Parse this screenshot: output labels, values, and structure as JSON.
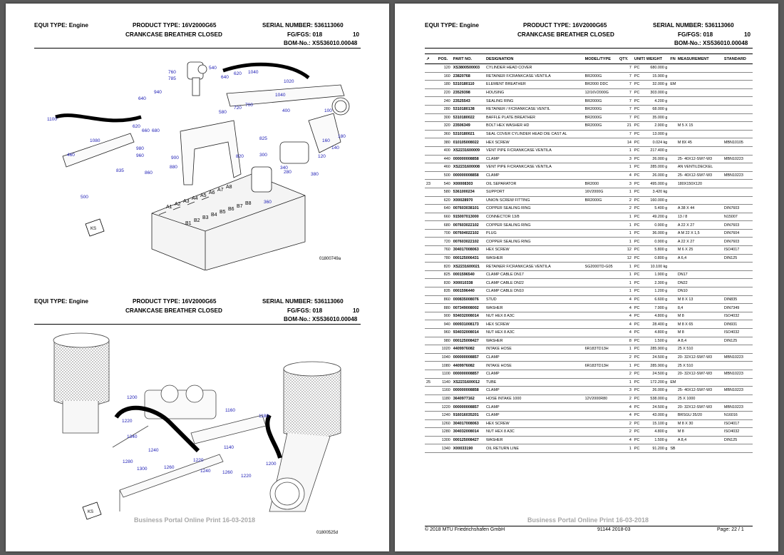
{
  "doc": {
    "equi_label": "EQUI TYPE:",
    "equi_value": "Engine",
    "product_label": "PRODUCT TYPE:",
    "product_value": "16V2000G65",
    "serial_label": "SERIAL NUMBER:",
    "serial_value": "536113060",
    "subtitle": "CRANKCASE BREATHER CLOSED",
    "fg_label": "FG/FGS:",
    "fg_value": "018",
    "fg_num": "10",
    "bom_label": "BOM-No.:",
    "bom_value": "XS536010.00048"
  },
  "left": {
    "fig1_id": "01800749a",
    "fig2_id": "01800525d",
    "watermark": "Business Portal Online Print 16-03-2018",
    "ks": "KS",
    "fig1_callouts": [
      "760",
      "785",
      "940",
      "540",
      "620",
      "640",
      "1040",
      "1020",
      "640",
      "700",
      "720",
      "580",
      "1040",
      "400",
      "100",
      "1100",
      "1080",
      "620",
      "660",
      "680",
      "460",
      "980",
      "960",
      "900",
      "880",
      "835",
      "860",
      "825",
      "820",
      "300",
      "120",
      "160",
      "180",
      "140",
      "280",
      "380",
      "500",
      "340",
      "360"
    ],
    "fig2_callouts": [
      "1200",
      "1220",
      "1340",
      "1160",
      "1140",
      "1280",
      "1300",
      "1260",
      "1240",
      "1240",
      "1220",
      "1200",
      "1260",
      "1220",
      "1180"
    ],
    "cyl_left": [
      "A1",
      "A2",
      "A3",
      "A4",
      "A5",
      "A6",
      "A7",
      "A8"
    ],
    "cyl_right": [
      "B1",
      "B2",
      "B3",
      "B4",
      "B5",
      "B6",
      "B7",
      "B8"
    ]
  },
  "right": {
    "watermark": "Business Portal Online Print 16-03-2018",
    "footer_copy": "© 2018 MTU Friedrichshafen GmbH",
    "footer_mid": "91144  2018-03",
    "footer_page": "Page:  22  /  1",
    "columns": {
      "arrow": "↗",
      "pos": "POS.",
      "part": "PART NO.",
      "desig": "DESIGNATION",
      "model": "MODEL/TYPE",
      "qty": "QTY.",
      "units": "UNITS",
      "weight": "WEIGHT",
      "fn": "FN",
      "meas": "MEASUREMENT",
      "std": "STANDARD"
    },
    "rows": [
      {
        "m": "",
        "pos": "120",
        "pn": "XS3800500003",
        "d": "CYLINDER HEAD COVER",
        "mt": "",
        "q": "7",
        "u": "PC",
        "w": "680.000 g",
        "fn": "",
        "me": "",
        "s": ""
      },
      {
        "m": "",
        "pos": "160",
        "pn": "23820768",
        "d": "RETAINER F/CRANKCASE VENTILA",
        "mt": "BR2000G",
        "q": "7",
        "u": "PC",
        "w": "15.900 g",
        "fn": "",
        "me": "",
        "s": ""
      },
      {
        "m": "",
        "pos": "180",
        "pn": "5310180110",
        "d": "ELEMENT BREATHER",
        "mt": "BR2000 DDC",
        "q": "7",
        "u": "PC",
        "w": "32.000 g",
        "fn": "EM",
        "me": "",
        "s": ""
      },
      {
        "m": "",
        "pos": "220",
        "pn": "23529398",
        "d": "HOUSING",
        "mt": "12/16V2000G",
        "q": "7",
        "u": "PC",
        "w": "303.000 g",
        "fn": "",
        "me": "",
        "s": ""
      },
      {
        "m": "",
        "pos": "240",
        "pn": "23525543",
        "d": "SEALING RING",
        "mt": "BR2000G",
        "q": "7",
        "u": "PC",
        "w": "4.200 g",
        "fn": "",
        "me": "",
        "s": ""
      },
      {
        "m": "",
        "pos": "280",
        "pn": "5310180138",
        "d": "RETAINER / F/CRANKCASE VENTIL",
        "mt": "BR2000G",
        "q": "7",
        "u": "PC",
        "w": "68.000 g",
        "fn": "",
        "me": "",
        "s": ""
      },
      {
        "m": "",
        "pos": "300",
        "pn": "5310180022",
        "d": "BAFFLE PLATE BREATHER",
        "mt": "BR2000G",
        "q": "7",
        "u": "PC",
        "w": "35.000 g",
        "fn": "",
        "me": "",
        "s": ""
      },
      {
        "m": "",
        "pos": "320",
        "pn": "23506349",
        "d": "BOLT HEX WASHER HD",
        "mt": "BR2000G",
        "q": "21",
        "u": "PC",
        "w": "2.900 g",
        "fn": "",
        "me": "M 5 X 15",
        "s": ""
      },
      {
        "m": "",
        "pos": "360",
        "pn": "5310180021",
        "d": "SEAL COVER CYLINDER HEAD DIE CAST AL",
        "mt": "",
        "q": "7",
        "u": "PC",
        "w": "13.000 g",
        "fn": "",
        "me": "",
        "s": ""
      },
      {
        "m": "",
        "pos": "380",
        "pn": "010105008022",
        "d": "HEX SCREW",
        "mt": "",
        "q": "14",
        "u": "PC",
        "w": "0.024 kg",
        "fn": "",
        "me": "M 8X 45",
        "s": "MBN10105"
      },
      {
        "m": "",
        "pos": "400",
        "pn": "XS2231600009",
        "d": "VENT PIPE F/CRANKCASE VENTILA",
        "mt": "",
        "q": "1",
        "u": "PC",
        "w": "217.400 g",
        "fn": "",
        "me": "",
        "s": ""
      },
      {
        "m": "",
        "pos": "440",
        "pn": "000000008858",
        "d": "CLAMP",
        "mt": "",
        "q": "3",
        "u": "PC",
        "w": "26.000 g",
        "fn": "",
        "me": "25- 40X12-SW7-W3",
        "s": "MBN10223"
      },
      {
        "m": "",
        "pos": "460",
        "pn": "XS2231600008",
        "d": "VENT PIPE F/CRANKCASE VENTILA",
        "mt": "",
        "q": "1",
        "u": "PC",
        "w": "285.000 g",
        "fn": "",
        "me": "AN VENTILDECKEL",
        "s": ""
      },
      {
        "m": "",
        "pos": "500",
        "pn": "000000008858",
        "d": "CLAMP",
        "mt": "",
        "q": "4",
        "u": "PC",
        "w": "26.000 g",
        "fn": "",
        "me": "25- 40X12-SW7-W3",
        "s": "MBN10223"
      },
      {
        "m": "23",
        "pos": "540",
        "pn": "X00008303",
        "d": "OIL SEPARATOR",
        "mt": "BR2000",
        "q": "3",
        "u": "PC",
        "w": "495.000 g",
        "fn": "",
        "me": "180X150X120",
        "s": ""
      },
      {
        "m": "",
        "pos": "580",
        "pn": "5361000234",
        "d": "SUPPORT",
        "mt": "16V2000G",
        "q": "1",
        "u": "PC",
        "w": "3.420 kg",
        "fn": "",
        "me": "",
        "s": ""
      },
      {
        "m": "",
        "pos": "620",
        "pn": "X00028970",
        "d": "UNION SCREW FITTING",
        "mt": "BR2000G",
        "q": "2",
        "u": "PC",
        "w": "160.000 g",
        "fn": "",
        "me": "",
        "s": ""
      },
      {
        "m": "",
        "pos": "640",
        "pn": "007603038101",
        "d": "COPPER SEALING RING",
        "mt": "",
        "q": "2",
        "u": "PC",
        "w": "5.400 g",
        "fn": "",
        "me": "A 38 X 44",
        "s": "DIN7603"
      },
      {
        "m": "",
        "pos": "660",
        "pn": "915007013000",
        "d": "CONNECTOR 13/8",
        "mt": "",
        "q": "1",
        "u": "PC",
        "w": "49.200 g",
        "fn": "",
        "me": "13 / 8",
        "s": "N15007"
      },
      {
        "m": "",
        "pos": "680",
        "pn": "007603022102",
        "d": "COPPER SEALING RING",
        "mt": "",
        "q": "1",
        "u": "PC",
        "w": "0.900 g",
        "fn": "",
        "me": "A 22 X 27",
        "s": "DIN7603"
      },
      {
        "m": "",
        "pos": "700",
        "pn": "007604022102",
        "d": "PLUG",
        "mt": "",
        "q": "1",
        "u": "PC",
        "w": "36.000 g",
        "fn": "",
        "me": "A M 22 X 1,5",
        "s": "DIN7604"
      },
      {
        "m": "",
        "pos": "720",
        "pn": "007603022102",
        "d": "COPPER SEALING RING",
        "mt": "",
        "q": "1",
        "u": "PC",
        "w": "0.900 g",
        "fn": "",
        "me": "A 22 X 27",
        "s": "DIN7603"
      },
      {
        "m": "",
        "pos": "760",
        "pn": "304017008063",
        "d": "HEX SCREW",
        "mt": "",
        "q": "12",
        "u": "PC",
        "w": "5.800 g",
        "fn": "",
        "me": "M 6 X 25",
        "s": "ISO4017"
      },
      {
        "m": "",
        "pos": "780",
        "pn": "000125006431",
        "d": "WASHER",
        "mt": "",
        "q": "12",
        "u": "PC",
        "w": "0.800 g",
        "fn": "",
        "me": "A 6,4",
        "s": "DIN125"
      },
      {
        "m": "",
        "pos": "820",
        "pn": "XS2231600021",
        "d": "RETAINER F/CRANKCASE VENTILA",
        "mt": "SG2000TD-G05",
        "q": "1",
        "u": "PC",
        "w": "10.100 kg",
        "fn": "",
        "me": "",
        "s": ""
      },
      {
        "m": "",
        "pos": "825",
        "pn": "0001596540",
        "d": "CLAMP CABLE DN17",
        "mt": "",
        "q": "1",
        "u": "PC",
        "w": "1.900 g",
        "fn": "",
        "me": "DN17",
        "s": ""
      },
      {
        "m": "",
        "pos": "830",
        "pn": "X00010338",
        "d": "CLAMP CABLE DN22",
        "mt": "",
        "q": "1",
        "u": "PC",
        "w": "2.300 g",
        "fn": "",
        "me": "DN22",
        "s": ""
      },
      {
        "m": "",
        "pos": "835",
        "pn": "0001596440",
        "d": "CLAMP CABLE DN10",
        "mt": "",
        "q": "1",
        "u": "PC",
        "w": "1.200 g",
        "fn": "",
        "me": "DN10",
        "s": ""
      },
      {
        "m": "",
        "pos": "860",
        "pn": "000835008076",
        "d": "STUD",
        "mt": "",
        "q": "4",
        "u": "PC",
        "w": "6.600 g",
        "fn": "",
        "me": "M 8 X 13",
        "s": "DIN835"
      },
      {
        "m": "",
        "pos": "880",
        "pn": "007349008002",
        "d": "WASHER",
        "mt": "",
        "q": "4",
        "u": "PC",
        "w": "7.900 g",
        "fn": "",
        "me": "8,4",
        "s": "DIN7349"
      },
      {
        "m": "",
        "pos": "900",
        "pn": "934032008014",
        "d": "NUT HEX 8 A3C",
        "mt": "",
        "q": "4",
        "u": "PC",
        "w": "4.800 g",
        "fn": "",
        "me": "M 8",
        "s": "ISO4032"
      },
      {
        "m": "",
        "pos": "940",
        "pn": "000931008173",
        "d": "HEX SCREW",
        "mt": "",
        "q": "4",
        "u": "PC",
        "w": "28.400 g",
        "fn": "",
        "me": "M 8 X 65",
        "s": "DIN931"
      },
      {
        "m": "",
        "pos": "960",
        "pn": "934032008014",
        "d": "NUT HEX 8 A3C",
        "mt": "",
        "q": "4",
        "u": "PC",
        "w": "4.800 g",
        "fn": "",
        "me": "M 8",
        "s": "ISO4032"
      },
      {
        "m": "",
        "pos": "980",
        "pn": "000125008427",
        "d": "WASHER",
        "mt": "",
        "q": "8",
        "u": "PC",
        "w": "1.500 g",
        "fn": "",
        "me": "A 8,4",
        "s": "DIN125"
      },
      {
        "m": "",
        "pos": "1020",
        "pn": "4409976082",
        "d": "INTAKE HOSE",
        "mt": "6R183TD13H",
        "q": "1",
        "u": "PC",
        "w": "285.900 g",
        "fn": "",
        "me": "25 X 510",
        "s": ""
      },
      {
        "m": "",
        "pos": "1040",
        "pn": "000000008857",
        "d": "CLAMP",
        "mt": "",
        "q": "2",
        "u": "PC",
        "w": "24.500 g",
        "fn": "",
        "me": "20- 32X12-SW7-W3",
        "s": "MBN10223"
      },
      {
        "m": "",
        "pos": "1080",
        "pn": "4409976082",
        "d": "INTAKE HOSE",
        "mt": "6R183TD13H",
        "q": "1",
        "u": "PC",
        "w": "285.900 g",
        "fn": "",
        "me": "25 X 510",
        "s": ""
      },
      {
        "m": "",
        "pos": "1100",
        "pn": "000000008857",
        "d": "CLAMP",
        "mt": "",
        "q": "2",
        "u": "PC",
        "w": "24.500 g",
        "fn": "",
        "me": "20- 32X12-SW7-W3",
        "s": "MBN10223"
      },
      {
        "m": "25",
        "pos": "1140",
        "pn": "XS2231600012",
        "d": "TUBE",
        "mt": "",
        "q": "1",
        "u": "PC",
        "w": "172.200 g",
        "fn": "EM",
        "me": "",
        "s": ""
      },
      {
        "m": "",
        "pos": "1160",
        "pn": "000000008858",
        "d": "CLAMP",
        "mt": "",
        "q": "3",
        "u": "PC",
        "w": "26.000 g",
        "fn": "",
        "me": "25- 40X12-SW7-W3",
        "s": "MBN10223"
      },
      {
        "m": "",
        "pos": "1180",
        "pn": "3640977162",
        "d": "HOSE INTAKE 1000",
        "mt": "12V2000R80",
        "q": "2",
        "u": "PC",
        "w": "538.000 g",
        "fn": "",
        "me": "25 X 1000",
        "s": ""
      },
      {
        "m": "",
        "pos": "1220",
        "pn": "000000008857",
        "d": "CLAMP",
        "mt": "",
        "q": "4",
        "u": "PC",
        "w": "24.500 g",
        "fn": "",
        "me": "20- 32X12-SW7-W3",
        "s": "MBN10223"
      },
      {
        "m": "",
        "pos": "1240",
        "pn": "916016035201",
        "d": "CLAMP",
        "mt": "",
        "q": "4",
        "u": "PC",
        "w": "43.000 g",
        "fn": "",
        "me": "BRSGU 35/20",
        "s": "N16016"
      },
      {
        "m": "",
        "pos": "1260",
        "pn": "304017008063",
        "d": "HEX SCREW",
        "mt": "",
        "q": "2",
        "u": "PC",
        "w": "15.100 g",
        "fn": "",
        "me": "M 8 X 30",
        "s": "ISO4017"
      },
      {
        "m": "",
        "pos": "1280",
        "pn": "304032008014",
        "d": "NUT HEX 8 A3C",
        "mt": "",
        "q": "2",
        "u": "PC",
        "w": "4.800 g",
        "fn": "",
        "me": "M 8",
        "s": "ISO4032"
      },
      {
        "m": "",
        "pos": "1300",
        "pn": "000125008427",
        "d": "WASHER",
        "mt": "",
        "q": "4",
        "u": "PC",
        "w": "1.500 g",
        "fn": "",
        "me": "A 8,4",
        "s": "DIN125"
      },
      {
        "m": "",
        "pos": "1340",
        "pn": "X00033190",
        "d": "OIL RETURN LINE",
        "mt": "",
        "q": "1",
        "u": "PC",
        "w": "91.200 g",
        "fn": "SB",
        "me": "",
        "s": ""
      }
    ]
  }
}
